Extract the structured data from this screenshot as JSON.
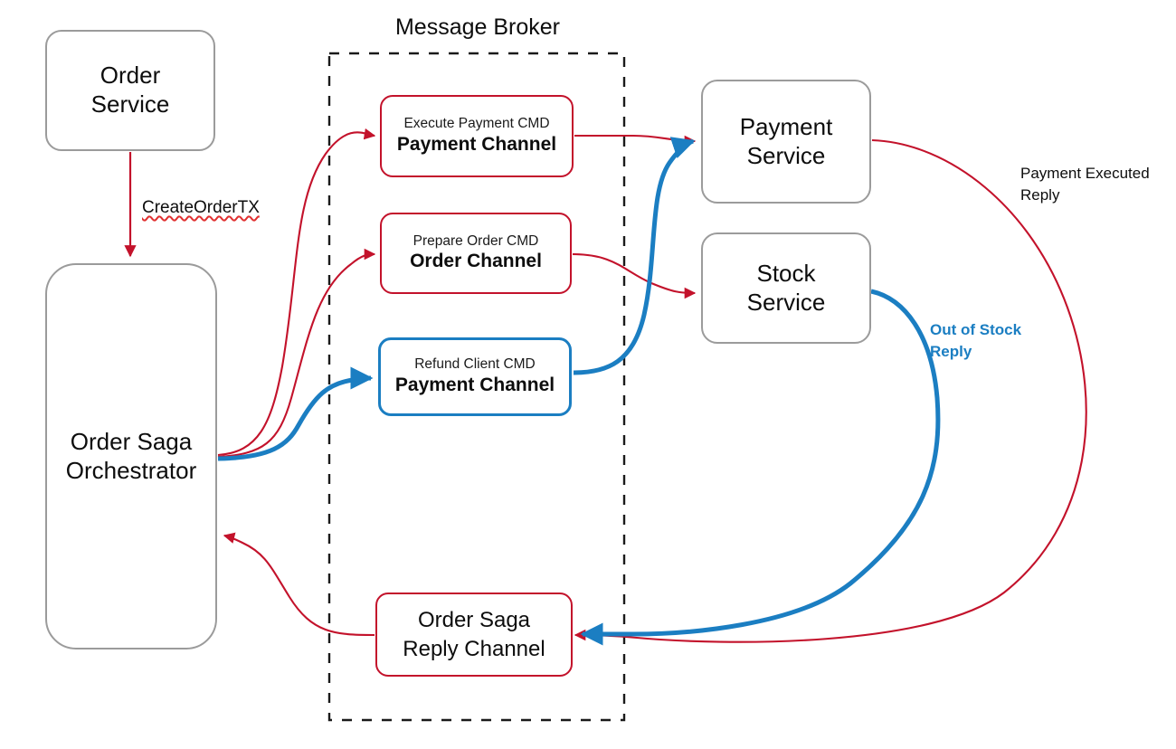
{
  "diagram": {
    "title_caption": "Message Broker",
    "colors": {
      "red": "#C3122B",
      "blue": "#1B7EC2",
      "service_border": "#9b9b9b",
      "text": "#0d0d0d",
      "background": "#ffffff"
    },
    "services": [
      {
        "id": "order-service",
        "line1": "Order",
        "line2": "Service"
      },
      {
        "id": "order-saga-orchestrator",
        "line1": "Order Saga",
        "line2": "Orchestrator"
      },
      {
        "id": "payment-service",
        "line1": "Payment",
        "line2": "Service"
      },
      {
        "id": "stock-service",
        "line1": "Stock",
        "line2": "Service"
      }
    ],
    "channels": [
      {
        "id": "execute-payment-channel",
        "sub": "Execute Payment CMD",
        "main": "Payment Channel",
        "color": "red"
      },
      {
        "id": "prepare-order-channel",
        "sub": "Prepare Order CMD",
        "main": "Order Channel",
        "color": "red"
      },
      {
        "id": "refund-client-channel",
        "sub": "Refund Client CMD",
        "main": "Payment Channel",
        "color": "blue"
      },
      {
        "id": "order-saga-reply-channel",
        "line1": "Order Saga",
        "line2": "Reply Channel",
        "color": "red"
      }
    ],
    "edge_labels": [
      {
        "id": "create-order-tx",
        "text": "CreateOrderTX",
        "color": "red-underline"
      },
      {
        "id": "payment-executed-reply",
        "line1": "Payment Executed",
        "line2": "Reply",
        "color": "black"
      },
      {
        "id": "out-of-stock-reply",
        "line1": "Out of Stock",
        "line2": "Reply",
        "color": "blue"
      }
    ]
  }
}
